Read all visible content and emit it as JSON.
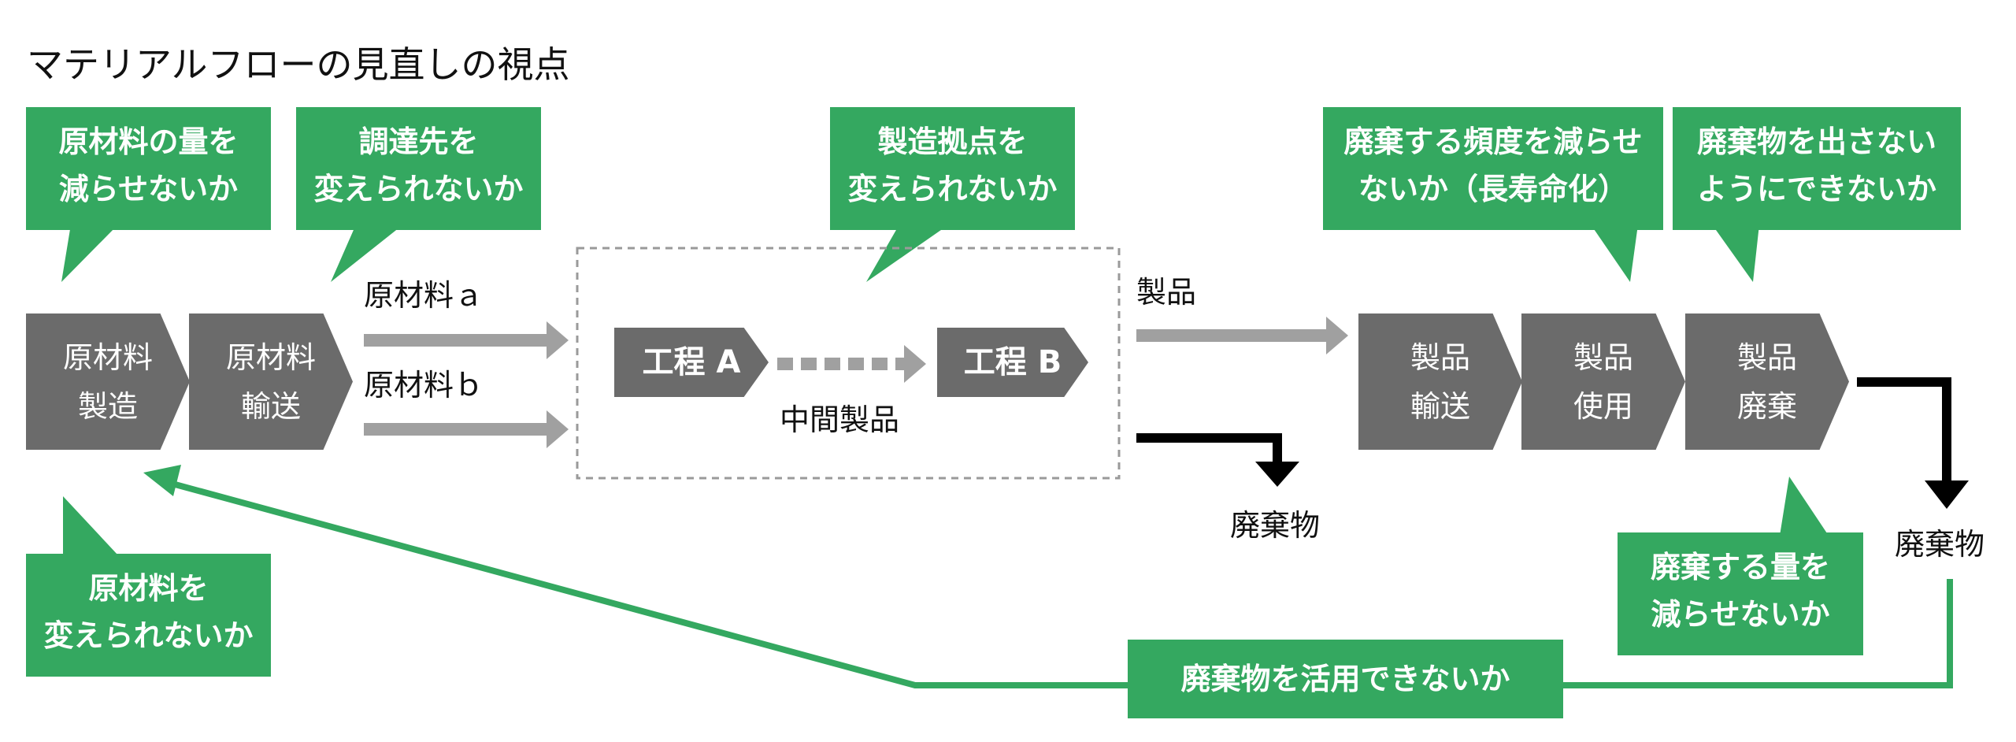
{
  "title": "マテリアルフローの見直しの視点",
  "chain": [
    {
      "l1": "原材料",
      "l2": "製造"
    },
    {
      "l1": "原材料",
      "l2": "輸送"
    },
    {
      "l1": "製品",
      "l2": "輸送"
    },
    {
      "l1": "製品",
      "l2": "使用"
    },
    {
      "l1": "製品",
      "l2": "廃棄"
    }
  ],
  "process": {
    "a": "工程 A",
    "b": "工程 B"
  },
  "labels": {
    "material_a": "原材料ａ",
    "material_b": "原材料ｂ",
    "intermediate": "中間製品",
    "product": "製品",
    "waste_middle": "廃棄物",
    "waste_right": "廃棄物"
  },
  "callouts": {
    "c1": {
      "l1": "原材料の量を",
      "l2": "減らせないか"
    },
    "c2": {
      "l1": "調達先を",
      "l2": "変えられないか"
    },
    "c3": {
      "l1": "製造拠点を",
      "l2": "変えられないか"
    },
    "c4": {
      "l1": "廃棄する頻度を減らせ",
      "l2": "ないか（長寿命化）"
    },
    "c5": {
      "l1": "廃棄物を出さない",
      "l2": "ようにできないか"
    },
    "c6": {
      "l1": "原材料を",
      "l2": "変えられないか"
    },
    "c7": {
      "l1": "廃棄する量を",
      "l2": "減らせないか"
    },
    "c8": {
      "l1": "廃棄物を活用できないか"
    }
  },
  "colors": {
    "green": "#34a860",
    "chevron": "#6b6b6b",
    "arrow_gray": "#a0a0a0",
    "black": "#000000"
  }
}
